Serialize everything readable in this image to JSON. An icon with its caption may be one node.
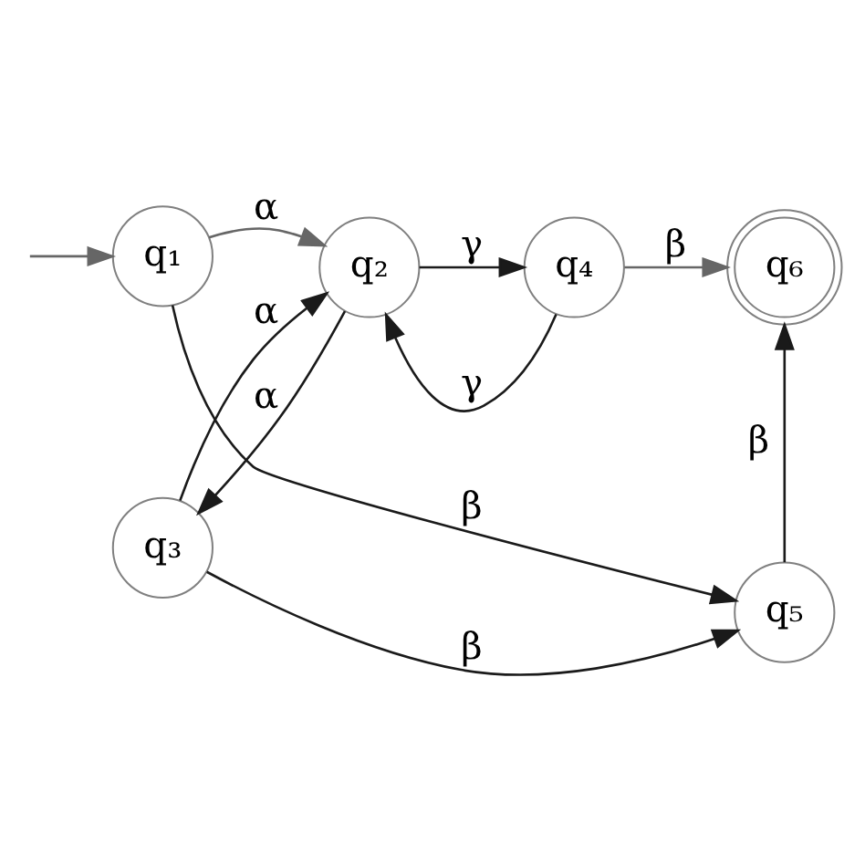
{
  "diagram": {
    "nodes": [
      {
        "text": [
          "q₄"
        ]
      },
      {
        "text": [
          "q₁"
        ]
      },
      {
        "text": [
          "q₂"
        ]
      },
      {
        "text": [
          "q₆"
        ]
      },
      {
        "text": [
          "q₃"
        ]
      },
      {
        "text": [
          "q₅"
        ]
      }
    ],
    "edges": [
      {
        "from": null,
        "to": 1,
        "arrow": "to",
        "color": "#666666"
      },
      {
        "from": 1,
        "to": 2,
        "label": "α",
        "arrow": "to",
        "color": "#666666"
      },
      {
        "from": 0,
        "to": 2,
        "label": "γ",
        "arrow": "to"
      },
      {
        "from": 2,
        "to": 0,
        "label": "γ",
        "arrow": "to"
      },
      {
        "from": 0,
        "to": 3,
        "label": "β",
        "arrow": "to",
        "color": "#666666"
      },
      {
        "from": 4,
        "to": 2,
        "label": "α",
        "arrow": "to"
      },
      {
        "from": 2,
        "to": 4,
        "label": "α",
        "arrow": "to"
      },
      {
        "from": 4,
        "to": 5,
        "label": "β",
        "arrow": "to"
      },
      {
        "from": 1,
        "to": 5,
        "label": "β",
        "arrow": "to"
      },
      {
        "from": 5,
        "to": 3,
        "label": "β",
        "arrow": "to"
      }
    ]
  }
}
